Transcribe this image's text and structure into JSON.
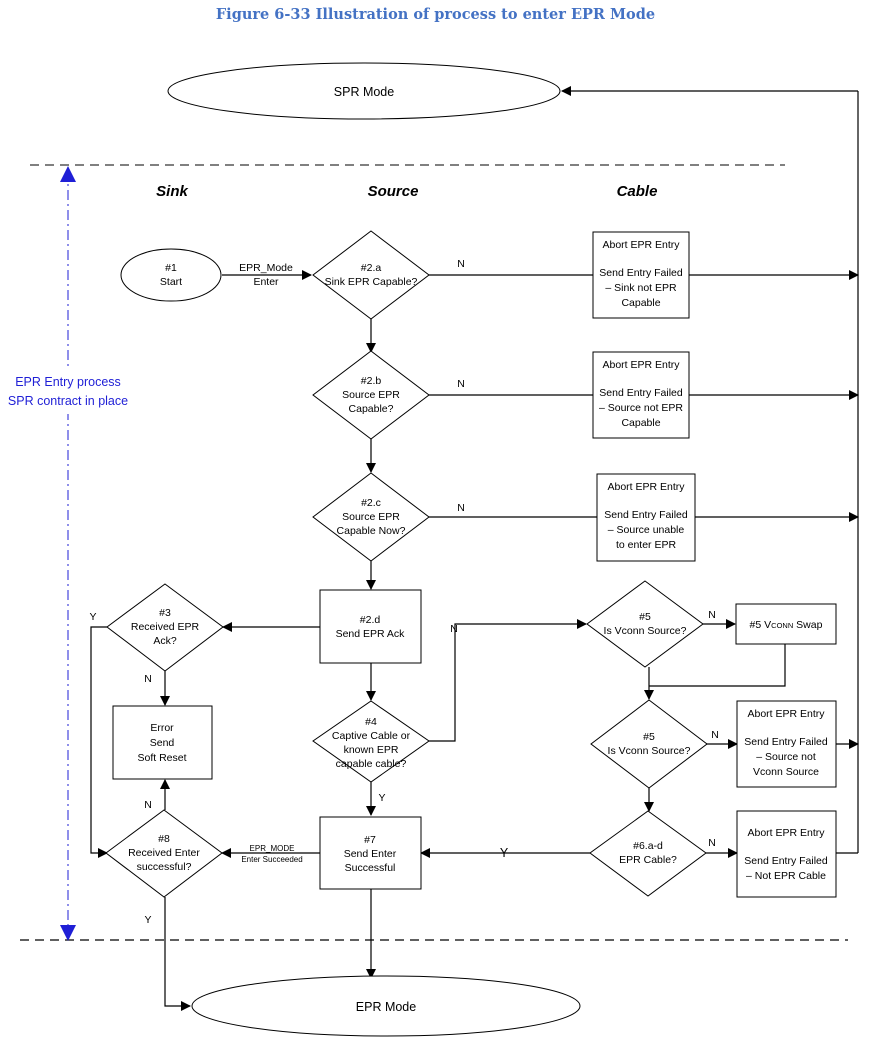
{
  "caption": "Figure 6-33 Illustration of process to enter EPR Mode",
  "columns": {
    "sink": "Sink",
    "source": "Source",
    "cable": "Cable"
  },
  "side_label": [
    "EPR Entry process",
    "SPR contract in place"
  ],
  "terminals": {
    "spr": "SPR Mode",
    "epr": "EPR Mode",
    "start": [
      "#1",
      "Start"
    ]
  },
  "decisions": {
    "d2a": [
      "#2.a",
      "Sink EPR Capable?"
    ],
    "d2b": [
      "#2.b",
      "Source EPR",
      "Capable?"
    ],
    "d2c": [
      "#2.c",
      "Source EPR",
      "Capable Now?"
    ],
    "d3": [
      "#3",
      "Received EPR",
      "Ack?"
    ],
    "d4": [
      "#4",
      "Captive Cable or",
      "known EPR",
      "capable cable?"
    ],
    "d5a": [
      "#5",
      "Is Vconn Source?"
    ],
    "d5b": [
      "#5",
      "Is Vconn Source?"
    ],
    "d6": [
      "#6.a-d",
      "EPR Cable?"
    ],
    "d8": [
      "#8",
      "Received Enter",
      "successful?"
    ]
  },
  "processes": {
    "p2d": [
      "#2.d",
      "Send EPR Ack"
    ],
    "p7": [
      "#7",
      "Send Enter",
      "Successful"
    ],
    "err": [
      "Error",
      "Send",
      "Soft Reset"
    ],
    "swap": {
      "prefix": "#5 V",
      "small": "CONN",
      "suffix": " Swap"
    }
  },
  "aborts": {
    "a1": [
      "Abort EPR Entry",
      "",
      "Send Entry Failed",
      "– Sink not EPR",
      "Capable"
    ],
    "a2": [
      "Abort EPR Entry",
      "",
      "Send Entry Failed",
      "– Source not EPR",
      "Capable"
    ],
    "a3": [
      "Abort EPR Entry",
      "",
      "Send Entry Failed",
      "– Source unable",
      "to enter EPR"
    ],
    "a4": [
      "Abort EPR Entry",
      "",
      "Send Entry Failed",
      "– Source not",
      "Vconn Source"
    ],
    "a5": [
      "Abort EPR Entry",
      "",
      "Send Entry Failed",
      "– Not EPR Cable"
    ]
  },
  "edge_labels": {
    "epr_mode_enter": [
      "EPR_Mode",
      "Enter"
    ],
    "epr_mode_succeeded": [
      "EPR_MODE",
      "Enter Succeeded"
    ],
    "n": "N",
    "y": "Y"
  }
}
